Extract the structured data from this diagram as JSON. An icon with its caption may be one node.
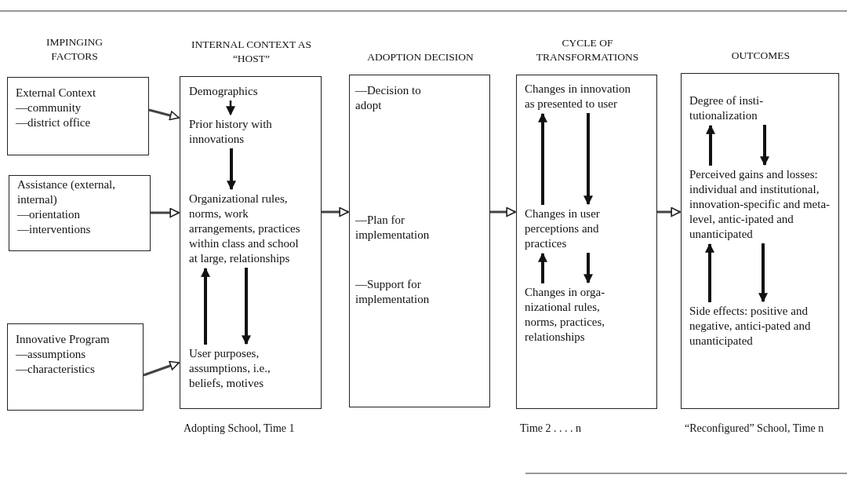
{
  "diagram": {
    "nodes": [
      {
        "text": [
          "External Context",
          "—community",
          "—district office"
        ]
      },
      {
        "text": [
          "Assistance (external, internal)",
          "—orientation",
          "—interventions"
        ]
      },
      {
        "text": [
          "Innovative Program",
          "—assumptions",
          "—characteristics"
        ]
      },
      {
        "text": [
          "INTERNAL CONTEXT AS “HOST”"
        ],
        "beside": [
          "Adopting School, Time 1"
        ]
      },
      {
        "text": [
          "Demographics"
        ],
        "in": 3
      },
      {
        "text": [
          "Prior history with innovations"
        ],
        "in": 3
      },
      {
        "text": [
          "Organizational rules, norms, work arrangements, practices within class and school at large, relationships"
        ],
        "in": 3
      },
      {
        "text": [
          "User purposes, assumptions, i.e., beliefs, motives"
        ],
        "in": 3
      },
      {
        "text": [
          "ADOPTION DECISION"
        ]
      },
      {
        "text": [
          "—Decision to adopt"
        ],
        "in": 8
      },
      {
        "text": [
          "—Plan for implementation"
        ],
        "in": 8
      },
      {
        "text": [
          "—Support for implementation"
        ],
        "in": 8
      },
      {
        "text": [
          "CYCLE OF TRANSFORMATIONS"
        ],
        "beside": [
          "Time 2 . . . . n"
        ]
      },
      {
        "text": [
          "Changes in innovation as presented to user"
        ],
        "in": 12
      },
      {
        "text": [
          "Changes in user perceptions and practices"
        ],
        "in": 12
      },
      {
        "text": [
          "Changes in orga-nizational rules, norms, practices, relationships"
        ],
        "in": 12
      },
      {
        "text": [
          "OUTCOMES"
        ],
        "beside": [
          "“Reconfigured” School, Time n"
        ]
      },
      {
        "text": [
          "Degree of insti-tutionalization"
        ],
        "in": 16
      },
      {
        "text": [
          "Perceived gains and losses: individual and institutional, innovation-specific and meta-level, antic-ipated and unanticipated"
        ],
        "in": 16
      },
      {
        "text": [
          "Side effects: positive and negative, antici-pated and unanticipated"
        ],
        "in": 16
      }
    ],
    "edges": [
      {
        "from": 0,
        "to": 3,
        "arrow": "to"
      },
      {
        "from": 1,
        "to": 3,
        "arrow": "to"
      },
      {
        "from": 2,
        "to": 3,
        "arrow": "to"
      },
      {
        "from": 3,
        "to": 8,
        "arrow": "to"
      },
      {
        "from": 8,
        "to": 12,
        "arrow": "to"
      },
      {
        "from": 12,
        "to": 16,
        "arrow": "to"
      },
      {
        "from": 4,
        "to": 5,
        "arrow": "to"
      },
      {
        "from": 5,
        "to": 6,
        "arrow": "to"
      },
      {
        "from": 7,
        "to": 6,
        "arrow": "to"
      },
      {
        "from": 6,
        "to": 7,
        "arrow": "to"
      },
      {
        "from": 14,
        "to": 13,
        "arrow": "to"
      },
      {
        "from": 13,
        "to": 14,
        "arrow": "to"
      },
      {
        "from": 15,
        "to": 14,
        "arrow": "to"
      },
      {
        "from": 14,
        "to": 15,
        "arrow": "to"
      },
      {
        "from": 18,
        "to": 17,
        "arrow": "to"
      },
      {
        "from": 17,
        "to": 18,
        "arrow": "to"
      },
      {
        "from": 19,
        "to": 18,
        "arrow": "to"
      },
      {
        "from": 18,
        "to": 19,
        "arrow": "to"
      }
    ],
    "labels": [
      "IMPINGING FACTORS"
    ]
  }
}
